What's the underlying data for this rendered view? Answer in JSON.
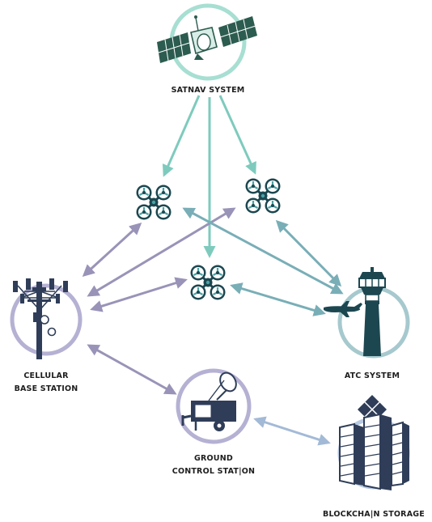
{
  "nodes": {
    "satnav": {
      "label": "SATNAV SYSTEM"
    },
    "cellular": {
      "label_line1": "CELLULAR",
      "label_line2": "BASE STATION"
    },
    "atc": {
      "label": "ATC SYSTEM"
    },
    "ground": {
      "label_line1": "GROUND",
      "label_line2": "CONTROL STAT|ON"
    },
    "blockchain": {
      "label": "BLOCKCHA|N STORAGE"
    }
  },
  "drones": [
    "drone-left",
    "drone-right",
    "drone-center"
  ],
  "colors": {
    "satnav_arrow": "#7ecbbd",
    "cellular_arrow": "#9a93b8",
    "atc_arrow": "#79aeb7",
    "blockchain_arrow": "#a3bad6",
    "drone_dark": "#1c4750",
    "drone_light": "#4aa3a6",
    "ring_satnav": "#a7dfd2",
    "ring_cellular": "#b5b1d3",
    "ring_ground": "#b5b1d3",
    "ring_atc": "#a6c9ce",
    "ring_blockchain": "#b8c9e2",
    "dark_navy": "#2f3d58"
  },
  "icons": [
    "satellite-icon",
    "cell-tower-icon",
    "control-tower-icon",
    "airplane-icon",
    "ground-trailer-icon",
    "server-stack-icon",
    "drone-icon"
  ]
}
